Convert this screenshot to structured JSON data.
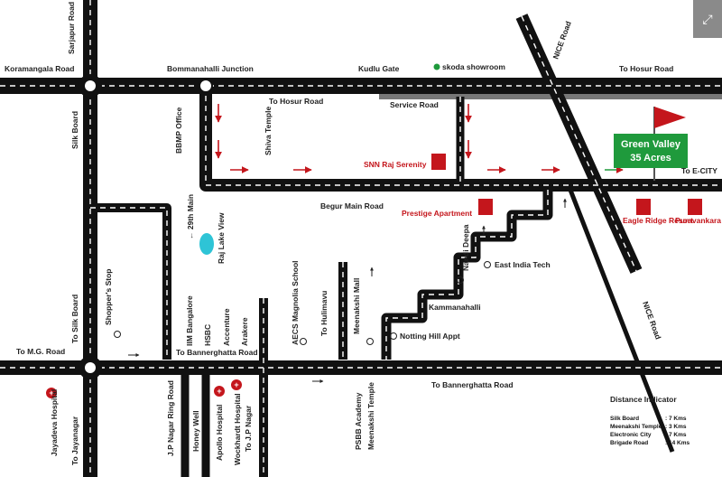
{
  "roads": {
    "koramangala": "Koramangala Road",
    "sarjapur": "Sarjapur Road",
    "bommanahalli": "Bommanahalli Junction",
    "kudlu_gate": "Kudlu Gate",
    "skoda": "skoda showroom",
    "nice_top": "NICE Road",
    "to_hosur_top": "To Hosur Road",
    "to_hosur_mid": "To Hosur Road",
    "service_road": "Service Road",
    "silk_board_top": "Silk Board",
    "bbmp": "BBMP Office",
    "shiva": "Shiva Temple",
    "snn": "SNN Raj Serenity",
    "to_ecity": "To E-CITY",
    "begur": "Begur Main Road",
    "prestige": "Prestige Apartment",
    "main29": "← 29th Main",
    "raj_lake": "Raj Lake View",
    "nandi": "Nandi Deepa",
    "east_india": "East India Tech",
    "nice_lower": "NICE Road",
    "eagle": "Eagle Ridge Resort",
    "puravankara": "Puravankara Apartments",
    "shoppers": "Shopper's Stop",
    "iim": "IIM Bangalore",
    "hsbc": "HSBC",
    "accenture": "Accenture",
    "arakere": "Arakere",
    "aecs": "AECS Magnolia School",
    "hulimavu": "To Hulimavu",
    "meenakshi_mall": "Meenakshi Mall",
    "kammanahalli": "Kammanahalli",
    "notting": "Notting Hill Appt",
    "to_silk": "To Silk Board",
    "to_mg": "To M.G. Road",
    "to_bannerghatta_top": "To Bannerghatta Road",
    "to_bannerghatta_bottom": "To Bannerghatta Road",
    "jayadeva": "Jayadeva Hospital",
    "to_jayanagar": "To Jayanagar",
    "jp_ring": "J.P Nagar Ring Road",
    "honeywell": "Honey Well",
    "apollo": "Apollo Hospital",
    "wockhardt": "Wockhardt Hospital",
    "to_jp": "To J.P Nagar",
    "psbb": "PSBB Academy",
    "meenakshi_temple": "Meenakshi Temple"
  },
  "project": {
    "line1": "Green Valley",
    "line2": "35 Acres"
  },
  "distance": {
    "title": "Distance Indicator",
    "rows": [
      {
        "place": "Silk Board",
        "dist": ": 7 Kms"
      },
      {
        "place": "Meenakshi Temple",
        "dist": ": 3 Kms"
      },
      {
        "place": "Electronic City",
        "dist": ": 7 Kms"
      },
      {
        "place": "Brigade Road",
        "dist": ": 14 Kms"
      }
    ]
  },
  "colors": {
    "road": "#111111",
    "accent_red": "#c4161c",
    "project_green": "#1f9a3c",
    "lake": "#2ec4d6"
  }
}
